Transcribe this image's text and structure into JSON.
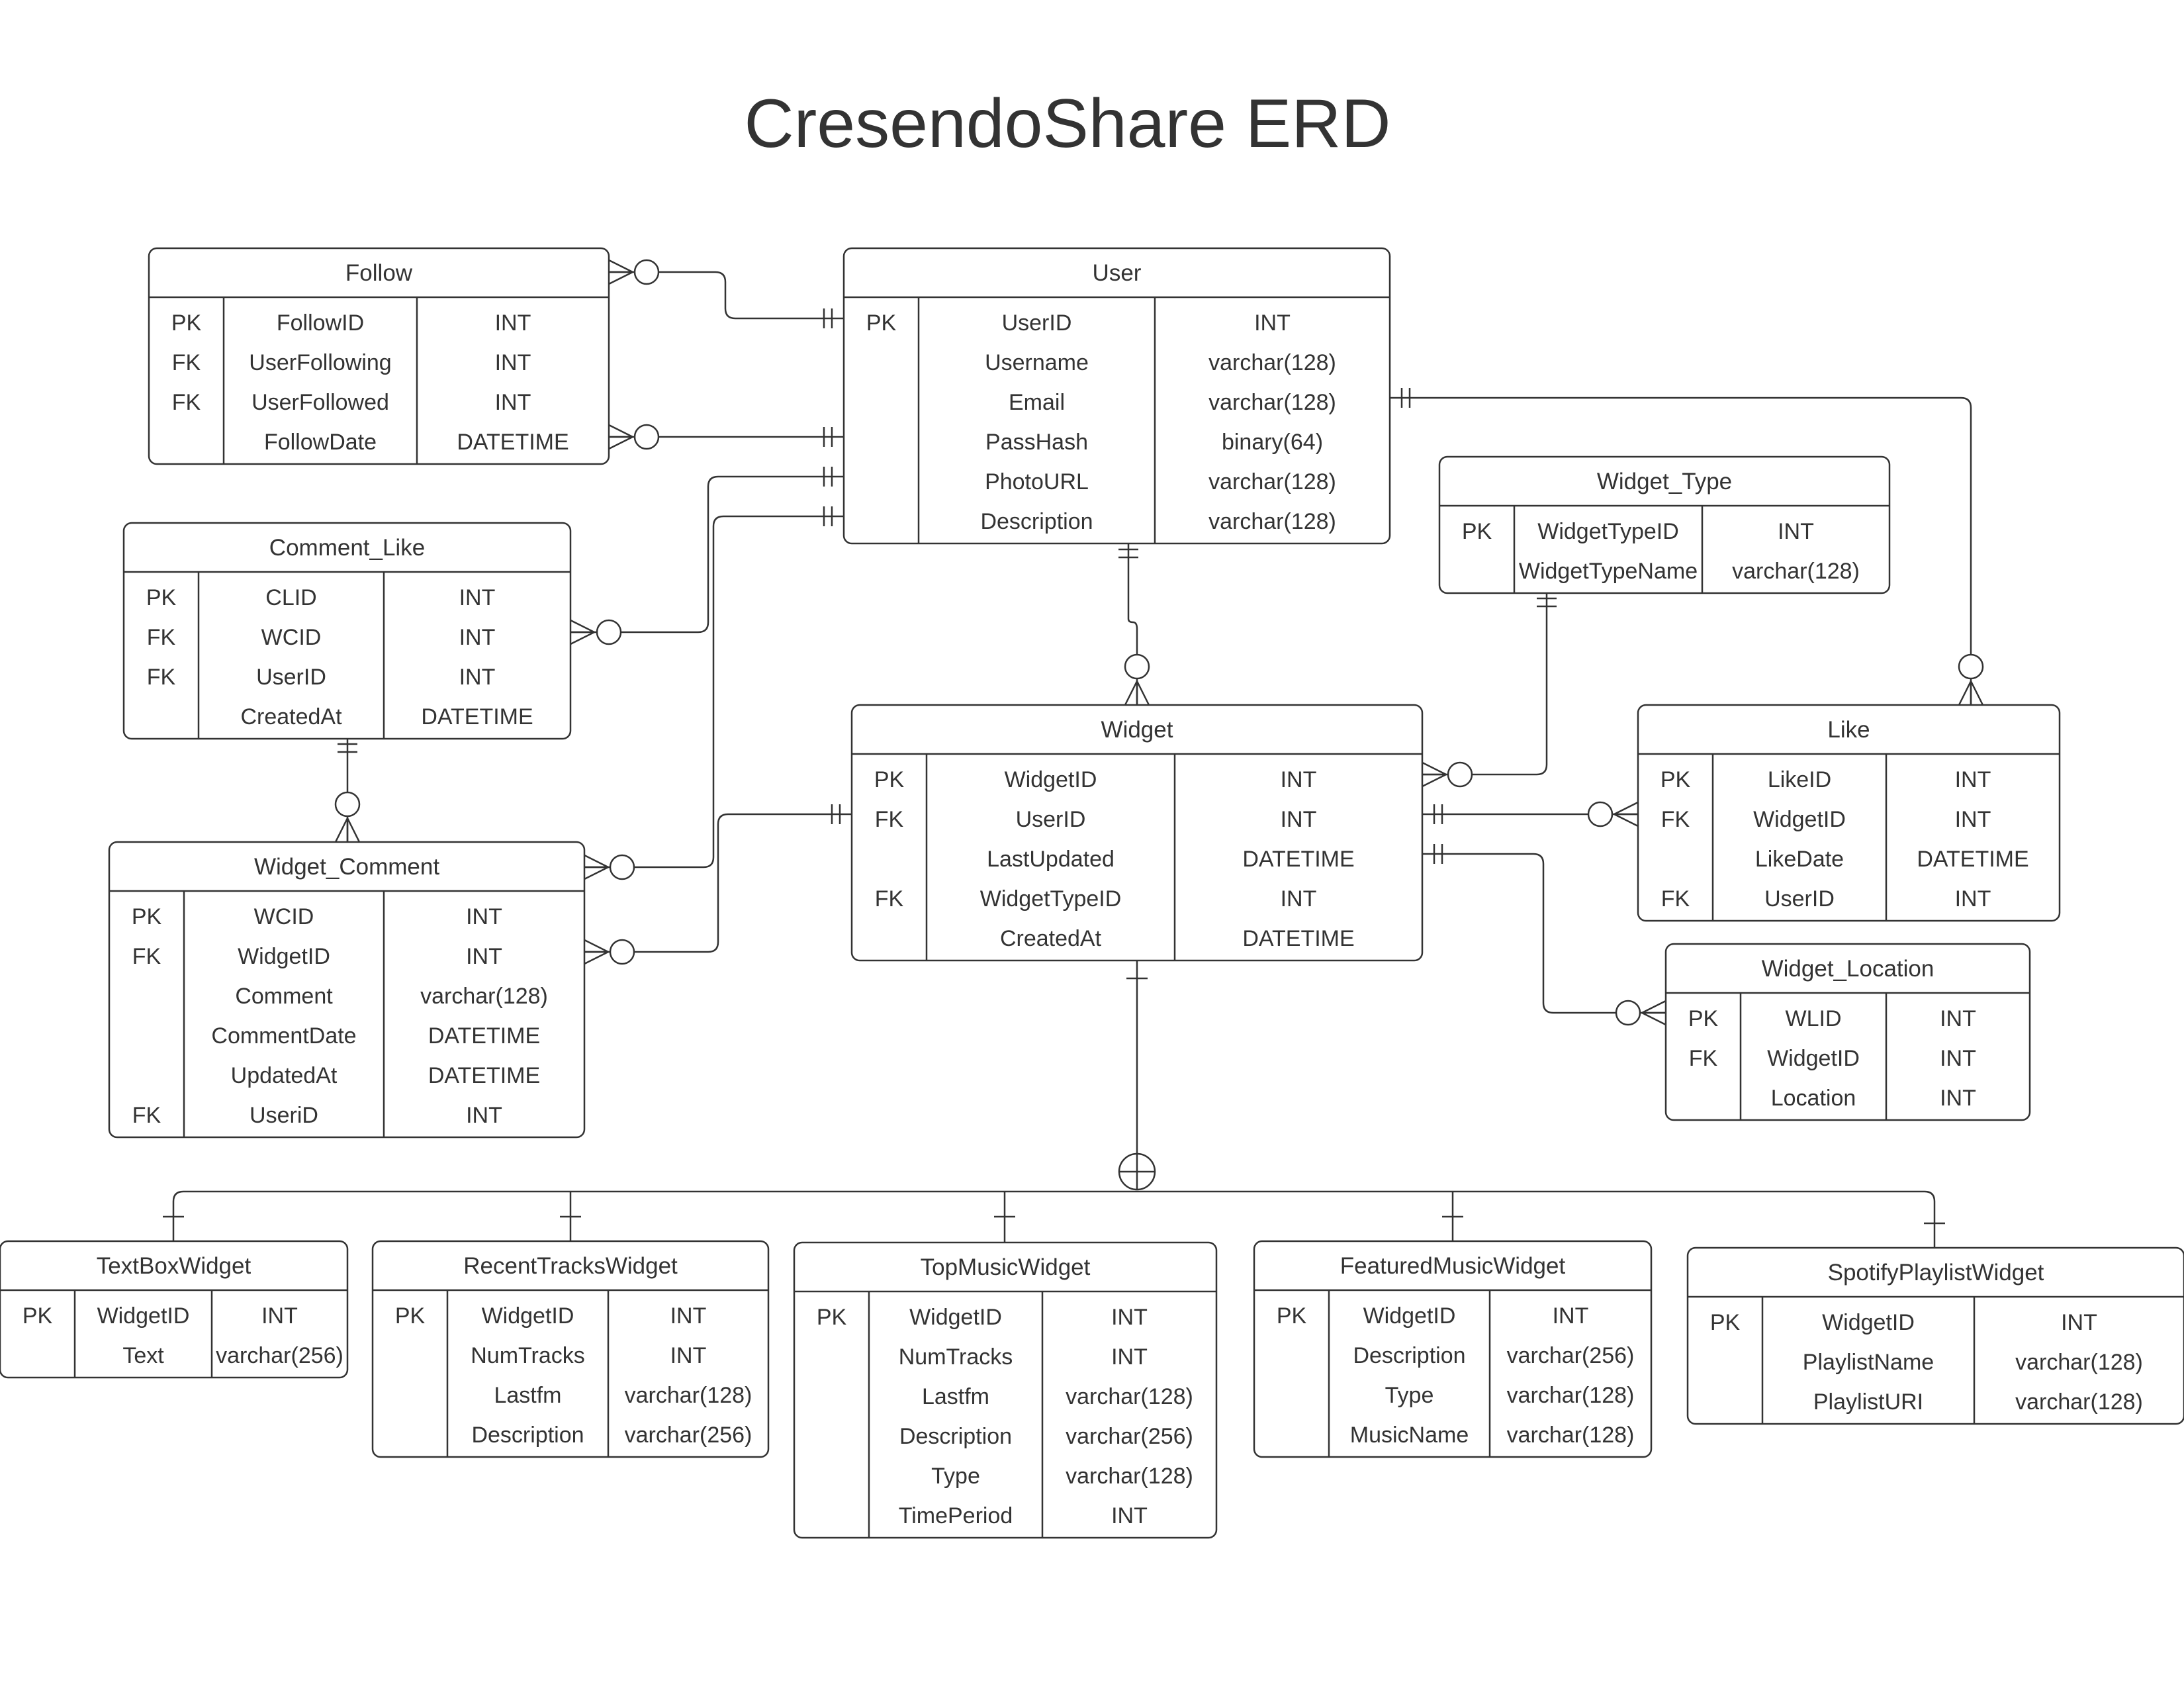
{
  "title": "CresendoShare ERD",
  "entities": {
    "follow": {
      "name": "Follow",
      "rows": [
        {
          "key": "PK",
          "field": "FollowID",
          "type": "INT"
        },
        {
          "key": "FK",
          "field": "UserFollowing",
          "type": "INT"
        },
        {
          "key": "FK",
          "field": "UserFollowed",
          "type": "INT"
        },
        {
          "key": "",
          "field": "FollowDate",
          "type": "DATETIME"
        }
      ]
    },
    "user": {
      "name": "User",
      "rows": [
        {
          "key": "PK",
          "field": "UserID",
          "type": "INT"
        },
        {
          "key": "",
          "field": "Username",
          "type": "varchar(128)"
        },
        {
          "key": "",
          "field": "Email",
          "type": "varchar(128)"
        },
        {
          "key": "",
          "field": "PassHash",
          "type": "binary(64)"
        },
        {
          "key": "",
          "field": "PhotoURL",
          "type": "varchar(128)"
        },
        {
          "key": "",
          "field": "Description",
          "type": "varchar(128)"
        }
      ]
    },
    "widget_type": {
      "name": "Widget_Type",
      "rows": [
        {
          "key": "PK",
          "field": "WidgetTypeID",
          "type": "INT"
        },
        {
          "key": "",
          "field": "WidgetTypeName",
          "type": "varchar(128)"
        }
      ]
    },
    "comment_like": {
      "name": "Comment_Like",
      "rows": [
        {
          "key": "PK",
          "field": "CLID",
          "type": "INT"
        },
        {
          "key": "FK",
          "field": "WCID",
          "type": "INT"
        },
        {
          "key": "FK",
          "field": "UserID",
          "type": "INT"
        },
        {
          "key": "",
          "field": "CreatedAt",
          "type": "DATETIME"
        }
      ]
    },
    "widget": {
      "name": "Widget",
      "rows": [
        {
          "key": "PK",
          "field": "WidgetID",
          "type": "INT"
        },
        {
          "key": "FK",
          "field": "UserID",
          "type": "INT"
        },
        {
          "key": "",
          "field": "LastUpdated",
          "type": "DATETIME"
        },
        {
          "key": "FK",
          "field": "WidgetTypeID",
          "type": "INT"
        },
        {
          "key": "",
          "field": "CreatedAt",
          "type": "DATETIME"
        }
      ]
    },
    "like": {
      "name": "Like",
      "rows": [
        {
          "key": "PK",
          "field": "LikeID",
          "type": "INT"
        },
        {
          "key": "FK",
          "field": "WidgetID",
          "type": "INT"
        },
        {
          "key": "",
          "field": "LikeDate",
          "type": "DATETIME"
        },
        {
          "key": "FK",
          "field": "UserID",
          "type": "INT"
        }
      ]
    },
    "widget_comment": {
      "name": "Widget_Comment",
      "rows": [
        {
          "key": "PK",
          "field": "WCID",
          "type": "INT"
        },
        {
          "key": "FK",
          "field": "WidgetID",
          "type": "INT"
        },
        {
          "key": "",
          "field": "Comment",
          "type": "varchar(128)"
        },
        {
          "key": "",
          "field": "CommentDate",
          "type": "DATETIME"
        },
        {
          "key": "",
          "field": "UpdatedAt",
          "type": "DATETIME"
        },
        {
          "key": "FK",
          "field": "UseriD",
          "type": "INT"
        }
      ]
    },
    "widget_location": {
      "name": "Widget_Location",
      "rows": [
        {
          "key": "PK",
          "field": "WLID",
          "type": "INT"
        },
        {
          "key": "FK",
          "field": "WidgetID",
          "type": "INT"
        },
        {
          "key": "",
          "field": "Location",
          "type": "INT"
        }
      ]
    },
    "textbox_widget": {
      "name": "TextBoxWidget",
      "rows": [
        {
          "key": "PK",
          "field": "WidgetID",
          "type": "INT"
        },
        {
          "key": "",
          "field": "Text",
          "type": "varchar(256)"
        }
      ]
    },
    "recent_tracks_widget": {
      "name": "RecentTracksWidget",
      "rows": [
        {
          "key": "PK",
          "field": "WidgetID",
          "type": "INT"
        },
        {
          "key": "",
          "field": "NumTracks",
          "type": "INT"
        },
        {
          "key": "",
          "field": "Lastfm",
          "type": "varchar(128)"
        },
        {
          "key": "",
          "field": "Description",
          "type": "varchar(256)"
        }
      ]
    },
    "top_music_widget": {
      "name": "TopMusicWidget",
      "rows": [
        {
          "key": "PK",
          "field": "WidgetID",
          "type": "INT"
        },
        {
          "key": "",
          "field": "NumTracks",
          "type": "INT"
        },
        {
          "key": "",
          "field": "Lastfm",
          "type": "varchar(128)"
        },
        {
          "key": "",
          "field": "Description",
          "type": "varchar(256)"
        },
        {
          "key": "",
          "field": "Type",
          "type": "varchar(128)"
        },
        {
          "key": "",
          "field": "TimePeriod",
          "type": "INT"
        }
      ]
    },
    "featured_music_widget": {
      "name": "FeaturedMusicWidget",
      "rows": [
        {
          "key": "PK",
          "field": "WidgetID",
          "type": "INT"
        },
        {
          "key": "",
          "field": "Description",
          "type": "varchar(256)"
        },
        {
          "key": "",
          "field": "Type",
          "type": "varchar(128)"
        },
        {
          "key": "",
          "field": "MusicName",
          "type": "varchar(128)"
        }
      ]
    },
    "spotify_playlist_widget": {
      "name": "SpotifyPlaylistWidget",
      "rows": [
        {
          "key": "PK",
          "field": "WidgetID",
          "type": "INT"
        },
        {
          "key": "",
          "field": "PlaylistName",
          "type": "varchar(128)"
        },
        {
          "key": "",
          "field": "PlaylistURI",
          "type": "varchar(128)"
        }
      ]
    }
  }
}
